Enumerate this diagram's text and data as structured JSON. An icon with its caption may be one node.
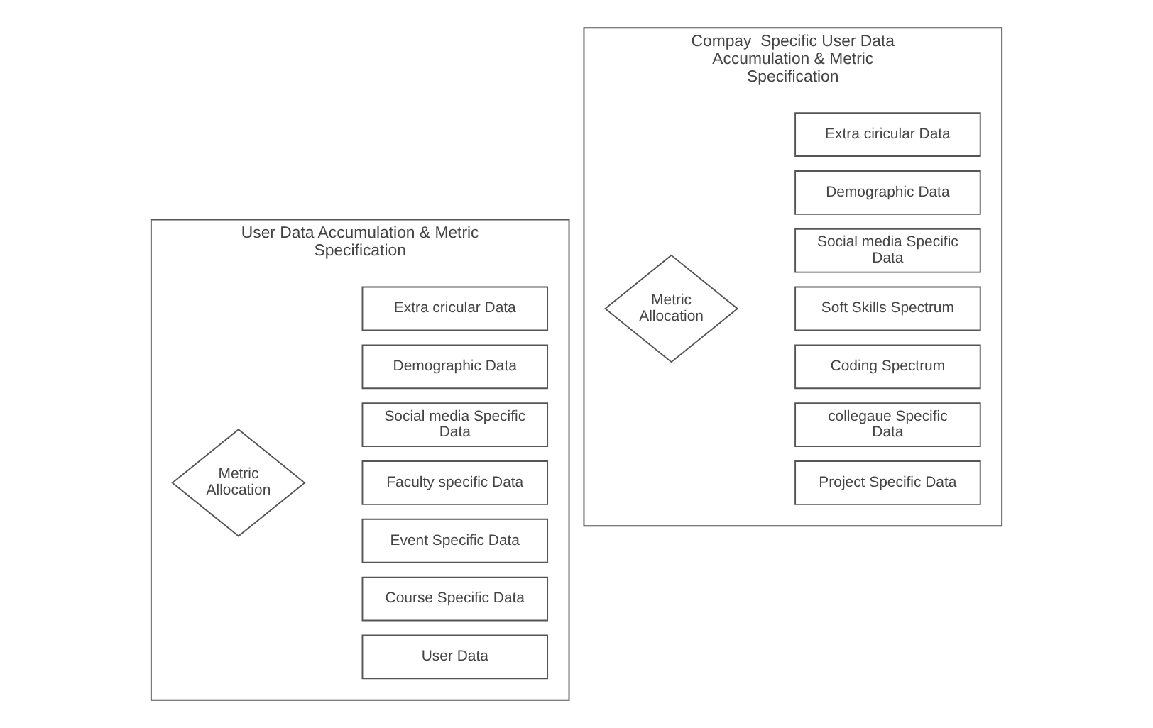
{
  "diagram": {
    "nodes": [
      {
        "text": [
          "User Data Accumulation & Metric Specification"
        ]
      },
      {
        "text": [
          "Metric Allocation"
        ],
        "in": 0
      },
      {
        "text": [
          "User Data"
        ],
        "in": 0
      },
      {
        "text": [
          "Course Specific Data"
        ],
        "in": 0
      },
      {
        "text": [
          "Event Specific Data"
        ],
        "in": 0
      },
      {
        "text": [
          "Faculty specific Data"
        ],
        "in": 0
      },
      {
        "text": [
          "Social media Specific Data"
        ],
        "in": 0
      },
      {
        "text": [
          "Demographic Data"
        ],
        "in": 0
      },
      {
        "text": [
          "Extra cricular Data"
        ],
        "in": 0
      },
      {
        "text": [
          "Compay  Specific User Data Accumulation & Metric Specification"
        ]
      },
      {
        "text": [
          "Metric Allocation"
        ],
        "in": 9
      },
      {
        "text": [
          "Project Specific Data"
        ],
        "in": 9
      },
      {
        "text": [
          "collegaue Specific Data"
        ],
        "in": 9
      },
      {
        "text": [
          "Coding Spectrum"
        ],
        "in": 9
      },
      {
        "text": [
          "Soft Skills Spectrum"
        ],
        "in": 9
      },
      {
        "text": [
          "Social media Specific Data"
        ],
        "in": 9
      },
      {
        "text": [
          "Demographic Data"
        ],
        "in": 9
      },
      {
        "text": [
          "Extra ciricular Data"
        ],
        "in": 9
      }
    ]
  }
}
